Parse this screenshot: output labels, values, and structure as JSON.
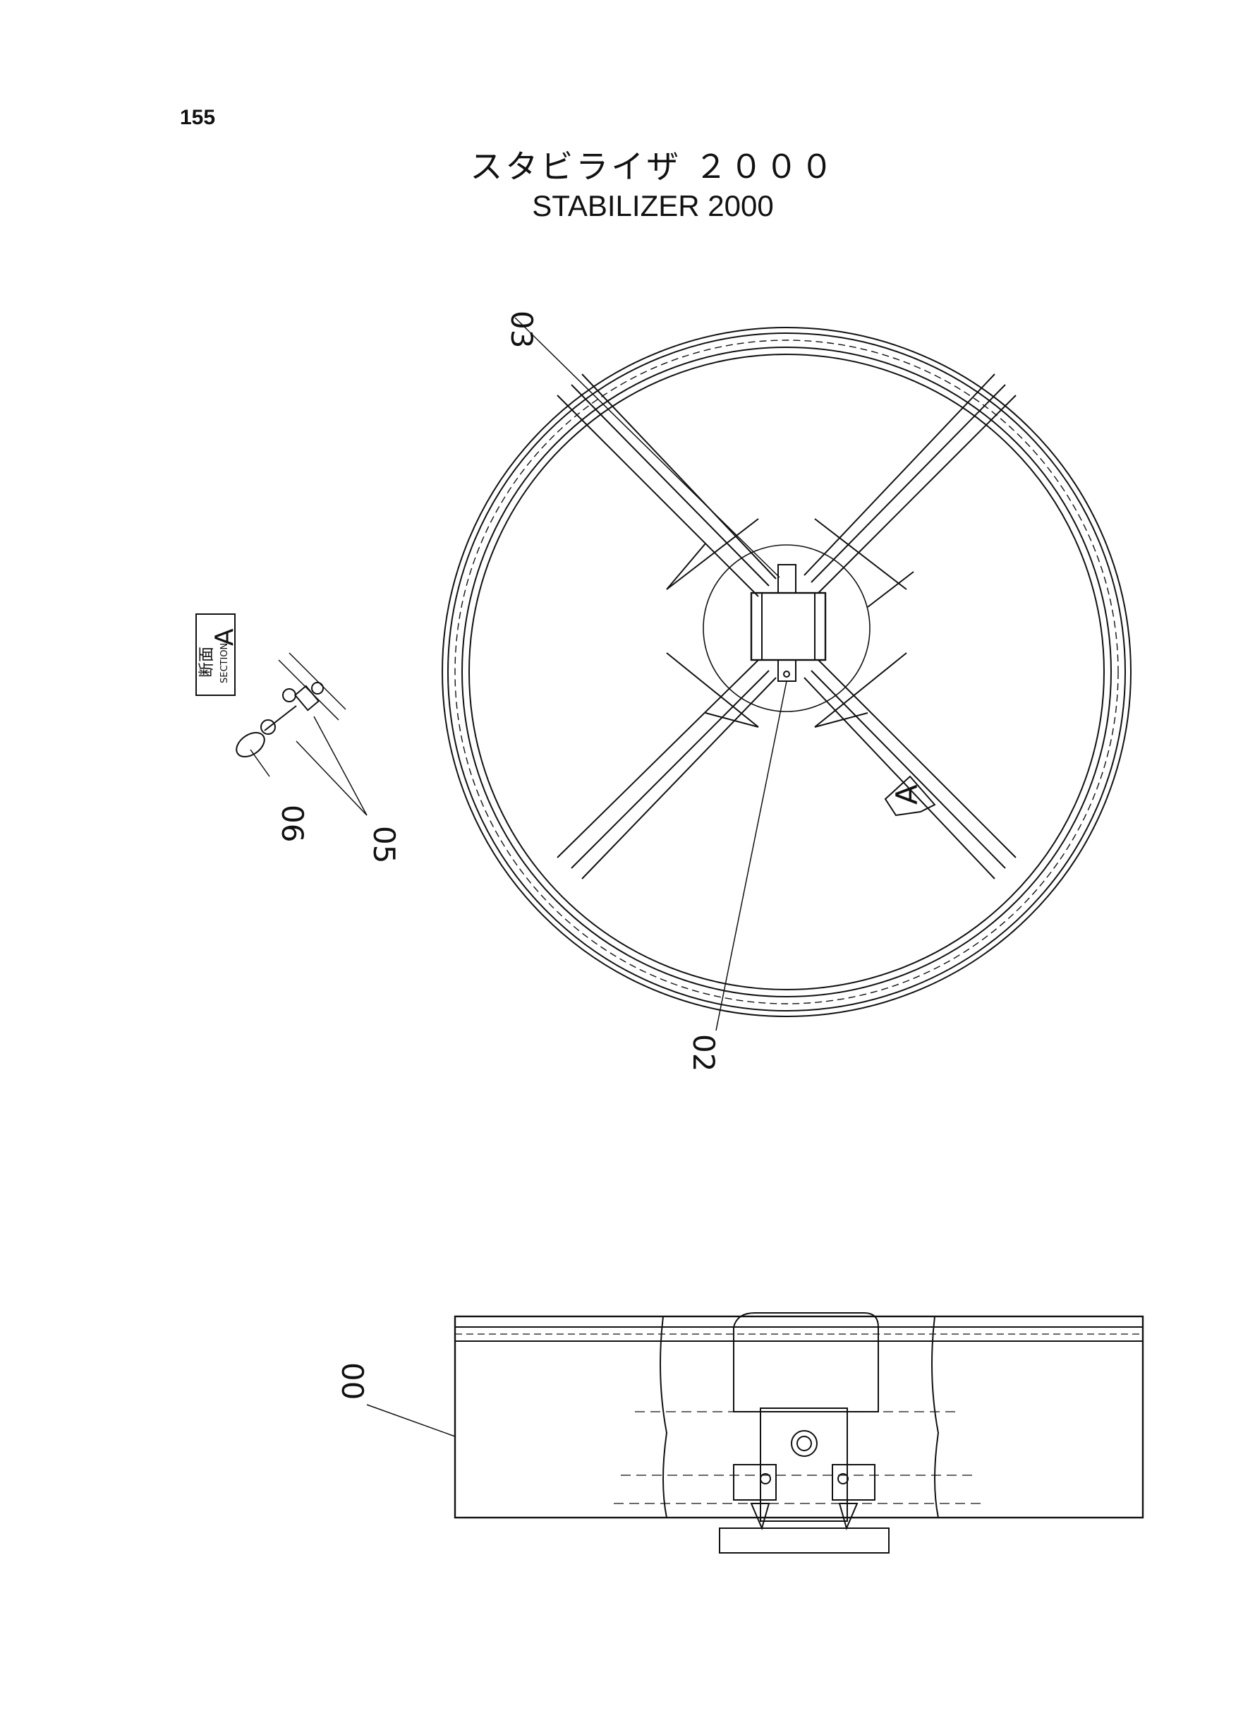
{
  "page": {
    "number": "155"
  },
  "title": {
    "japanese": "スタビライザ ２０００",
    "english": "STABILIZER 2000"
  },
  "callouts": {
    "c03": "03",
    "c02": "02",
    "c05": "05",
    "c06": "06",
    "c00": "00"
  },
  "section": {
    "kanji": "断面",
    "small": "SECTION",
    "letter": "A"
  },
  "view_marker": {
    "letter": "A"
  }
}
